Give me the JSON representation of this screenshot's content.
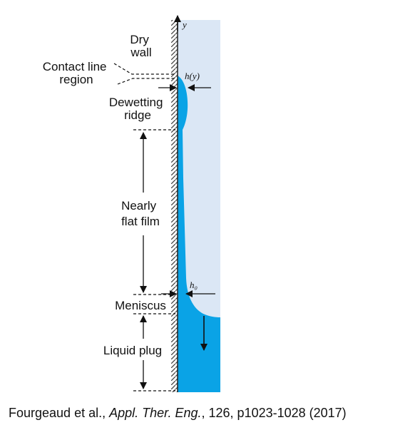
{
  "diagram": {
    "axis_label": "y",
    "labels": {
      "dry_wall": [
        "Dry",
        "wall"
      ],
      "contact_line_region": [
        "Contact line",
        "region"
      ],
      "dewetting_ridge": [
        "Dewetting",
        "ridge"
      ],
      "nearly_flat_film": [
        "Nearly",
        "flat film"
      ],
      "meniscus": "Meniscus",
      "liquid_plug": "Liquid plug"
    },
    "thickness_labels": {
      "h_y": "h(y)",
      "h_0": "h₀"
    },
    "colors": {
      "vapor": "#dbe7f5",
      "liquid": "#0aa3e6",
      "lines": "#111111"
    }
  },
  "caption": {
    "authors": "Fourgeaud  et al.,",
    "journal": "Appl. Ther. Eng.",
    "details": ", 126, p1023-1028 (2017)"
  }
}
